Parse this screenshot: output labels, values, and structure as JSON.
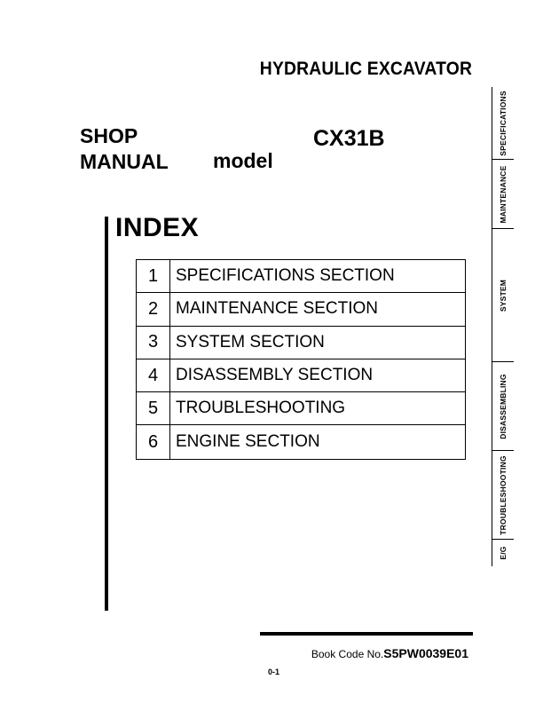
{
  "header": {
    "doc_type": "HYDRAULIC EXCAVATOR",
    "shop": "SHOP",
    "manual": "MANUAL",
    "model_label": "model",
    "model_number": "CX31B"
  },
  "index": {
    "heading": "INDEX",
    "rows": [
      {
        "num": "1",
        "label": "SPECIFICATIONS SECTION"
      },
      {
        "num": "2",
        "label": "MAINTENANCE SECTION"
      },
      {
        "num": "3",
        "label": "SYSTEM SECTION"
      },
      {
        "num": "4",
        "label": "DISASSEMBLY SECTION"
      },
      {
        "num": "5",
        "label": "TROUBLESHOOTING"
      },
      {
        "num": "6",
        "label": "ENGINE SECTION"
      }
    ]
  },
  "side_tabs": [
    {
      "label": "SPECIFICATIONS"
    },
    {
      "label": "MAINTENANCE"
    },
    {
      "label": "SYSTEM"
    },
    {
      "label": "DISASSEMBLING"
    },
    {
      "label": "TROUBLESHOOTING"
    },
    {
      "label": "E/G"
    }
  ],
  "footer": {
    "book_code_label": "Book Code No.",
    "book_code": "S5PW0039E01",
    "page_number": "0-1"
  }
}
